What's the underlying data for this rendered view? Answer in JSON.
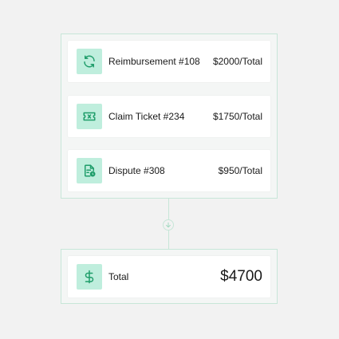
{
  "items": [
    {
      "icon": "refresh-icon",
      "label": "Reimbursement #108",
      "amount": "$2000/Total"
    },
    {
      "icon": "ticket-icon",
      "label": "Claim Ticket #234",
      "amount": "$1750/Total"
    },
    {
      "icon": "document-clock-icon",
      "label": "Dispute #308",
      "amount": "$950/Total"
    }
  ],
  "total": {
    "icon": "dollar-icon",
    "label": "Total",
    "amount": "$4700"
  },
  "colors": {
    "accent": "#1f9d6a",
    "icon_bg": "#bfeedd",
    "border": "#c7e6d8",
    "background": "#f2f2f2"
  }
}
